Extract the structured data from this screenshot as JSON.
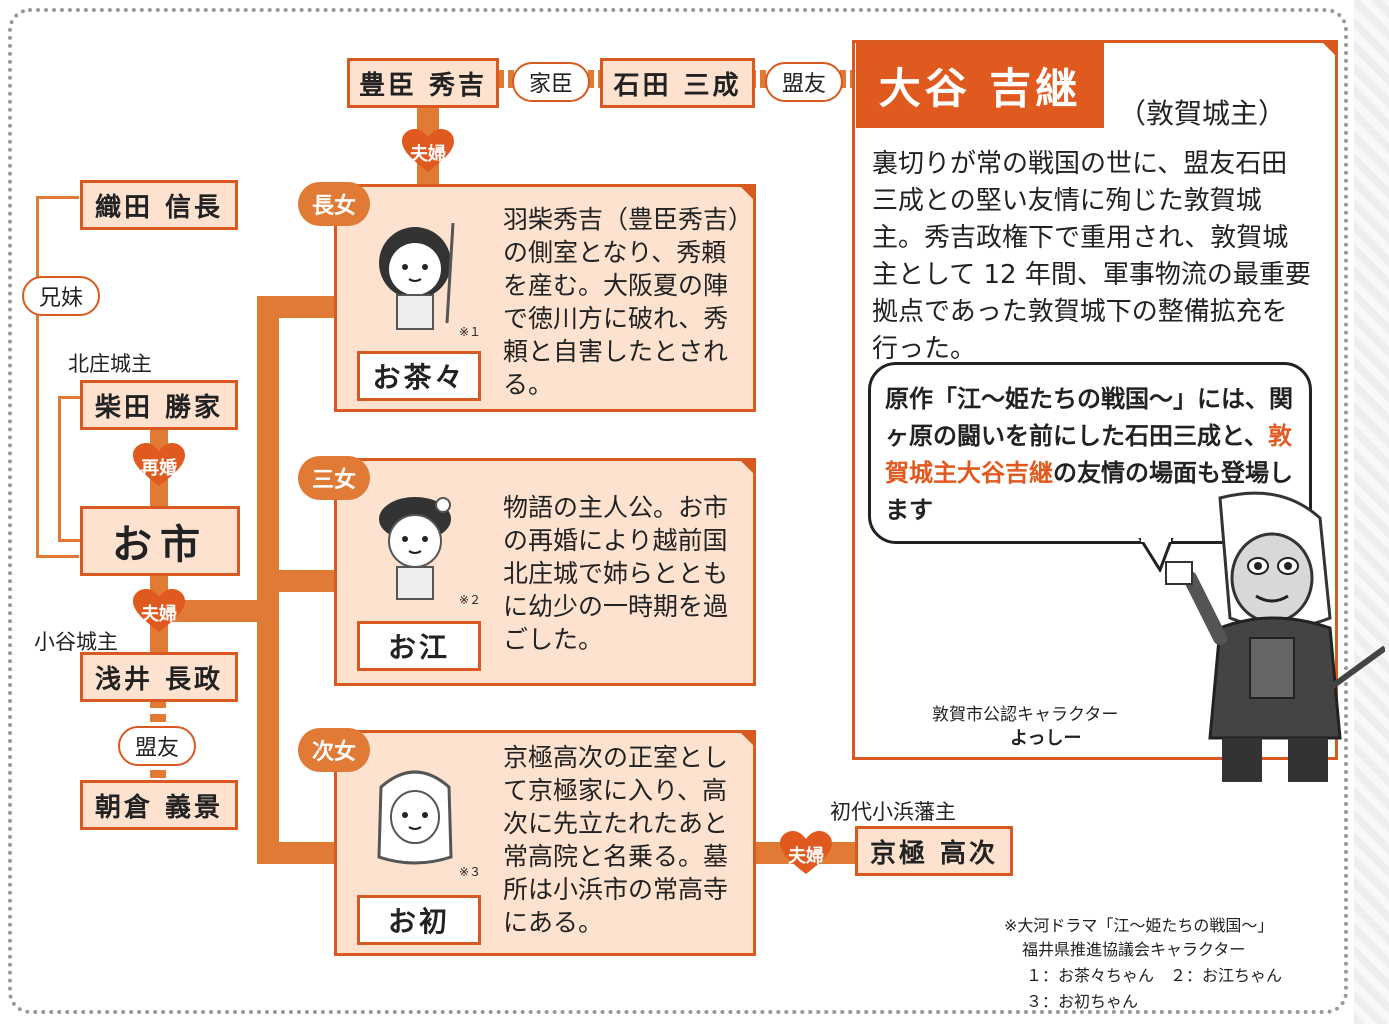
{
  "people": {
    "hideyoshi": "豊臣 秀吉",
    "mitsunari": "石田 三成",
    "nobunaga": "織田 信長",
    "katsuie": "柴田 勝家",
    "oichi": "お市",
    "nagamasa": "浅井 長政",
    "yoshikage": "朝倉 義景",
    "takatsugu": "京極 高次"
  },
  "relations": {
    "kashin": "家臣",
    "meiyu_top": "盟友",
    "kyodai": "兄妹",
    "meiyu_left": "盟友"
  },
  "hearts": {
    "top": "夫婦",
    "saikon": "再婚",
    "oichi": "夫婦",
    "ohatsu": "夫婦"
  },
  "titles": {
    "kitanosho": "北庄城主",
    "odani": "小谷城主",
    "obama": "初代小浜藩主"
  },
  "daughters": [
    {
      "rank": "長女",
      "name": "お茶々",
      "note": "※１",
      "desc": "羽柴秀吉（豊臣秀吉）の側室となり、秀頼を産む。大阪夏の陣で徳川方に破れ、秀頼と自害したとされる。"
    },
    {
      "rank": "三女",
      "name": "お江",
      "note": "※２",
      "desc": "物語の主人公。お市の再婚により越前国北庄城で姉らとともに幼少の一時期を過ごした。"
    },
    {
      "rank": "次女",
      "name": "お初",
      "note": "※３",
      "desc": "京極高次の正室として京極家に入り、高次に先立たれたあと常高院と名乗る。墓所は小浜市の常高寺にある。"
    }
  ],
  "otani": {
    "name": "大谷 吉継",
    "castle": "（敦賀城主）",
    "desc": "裏切りが常の戦国の世に、盟友石田三成との堅い友情に殉じた敦賀城主。秀吉政権下で重用され、敦賀城主として 12 年間、軍事物流の最重要拠点であった敦賀城下の整備拡充を行った。"
  },
  "speech": {
    "pre": "原作「江〜姫たちの戦国〜」には、関ヶ原の闘いを前にした石田三成と、",
    "highlight": "敦賀城主大谷吉継",
    "post": "の友情の場面も登場します"
  },
  "mascot": {
    "caption": "敦賀市公認キャラクター",
    "name": "よっしー"
  },
  "footnote": {
    "line1": "※大河ドラマ「江〜姫たちの戦国〜」",
    "line2": "福井県推進協議会キャラクター",
    "line3": "１：お茶々ちゃん　２：お江ちゃん",
    "line4": "３：お初ちゃん"
  },
  "colors": {
    "accent": "#e07a35",
    "border": "#d85a20",
    "fill": "#fde3cf",
    "highlight": "#e05a20"
  }
}
